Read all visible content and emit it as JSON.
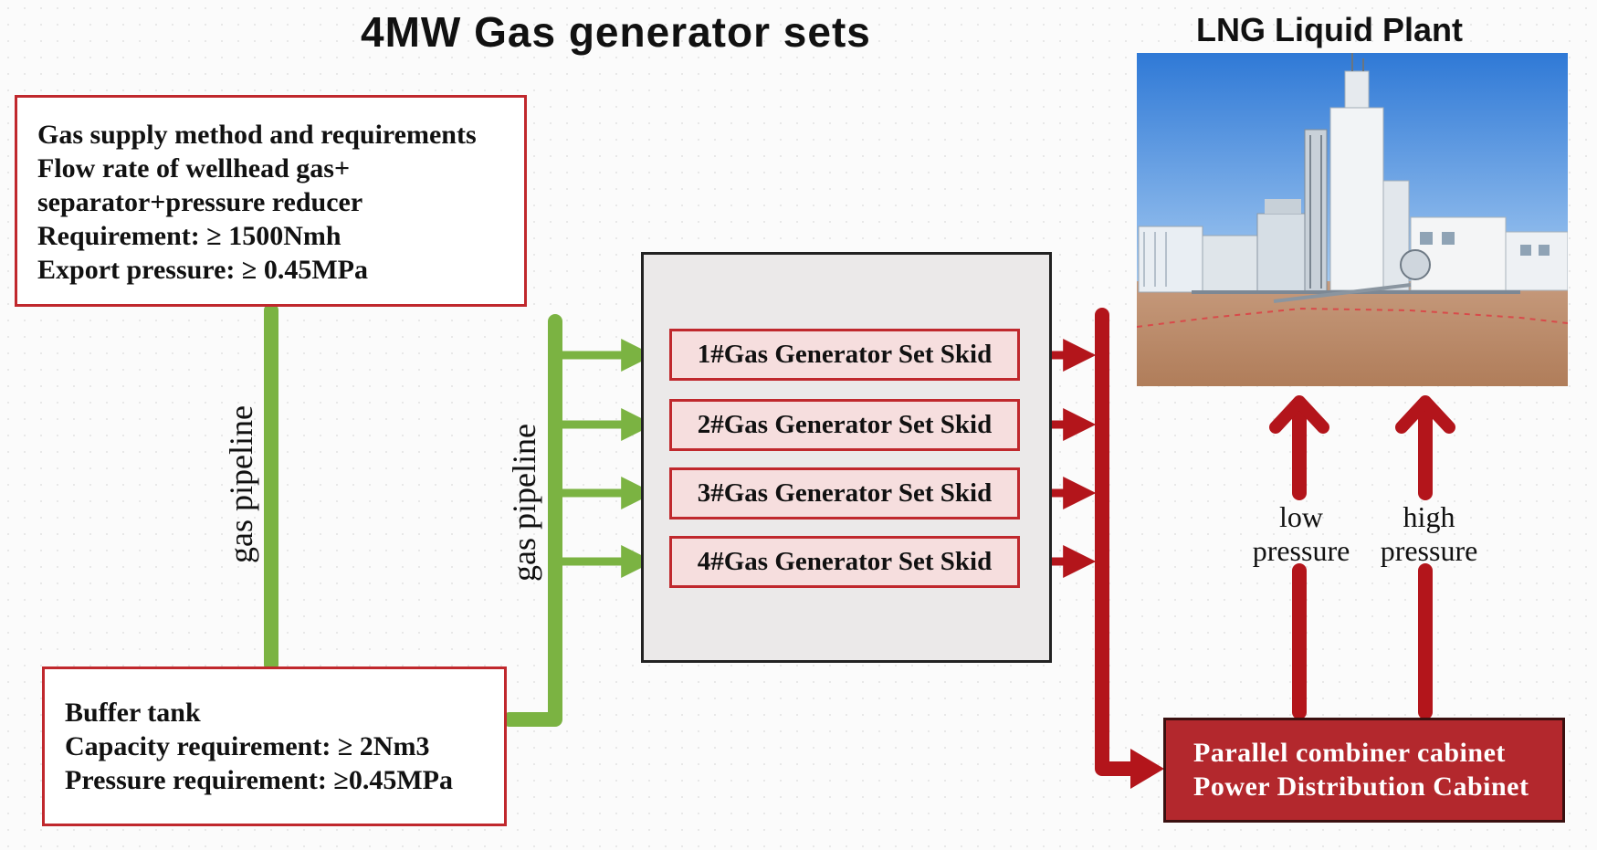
{
  "titles": {
    "main": "4MW Gas generator sets",
    "plant": "LNG Liquid Plant"
  },
  "gas_supply": {
    "lines": [
      "Gas supply method and requirements",
      "Flow rate of wellhead gas+",
      "separator+pressure reducer",
      "Requirement: ≥ 1500Nmh",
      "Export pressure: ≥ 0.45MPa"
    ]
  },
  "buffer_tank": {
    "lines": [
      "Buffer tank",
      "Capacity requirement: ≥ 2Nm3",
      "Pressure requirement: ≥0.45MPa"
    ]
  },
  "pipeline_labels": [
    "gas pipeline",
    "gas pipeline"
  ],
  "skids": [
    "1#Gas Generator Set Skid",
    "2#Gas Generator Set Skid",
    "3#Gas Generator Set Skid",
    "4#Gas Generator Set Skid"
  ],
  "pressure_labels": {
    "low": [
      "low",
      "pressure"
    ],
    "high": [
      "high",
      "pressure"
    ]
  },
  "cabinet": {
    "lines": [
      "Parallel combiner cabinet",
      "Power Distribution Cabinet"
    ]
  },
  "colors": {
    "gas_line": "#7bb342",
    "power_line": "#b3151b",
    "box_border": "#c0282d",
    "cabinet_fill": "#b3282d",
    "panel_fill": "#ebe9e9"
  },
  "icons": {
    "plant_photo": "lng-plant-photo"
  }
}
